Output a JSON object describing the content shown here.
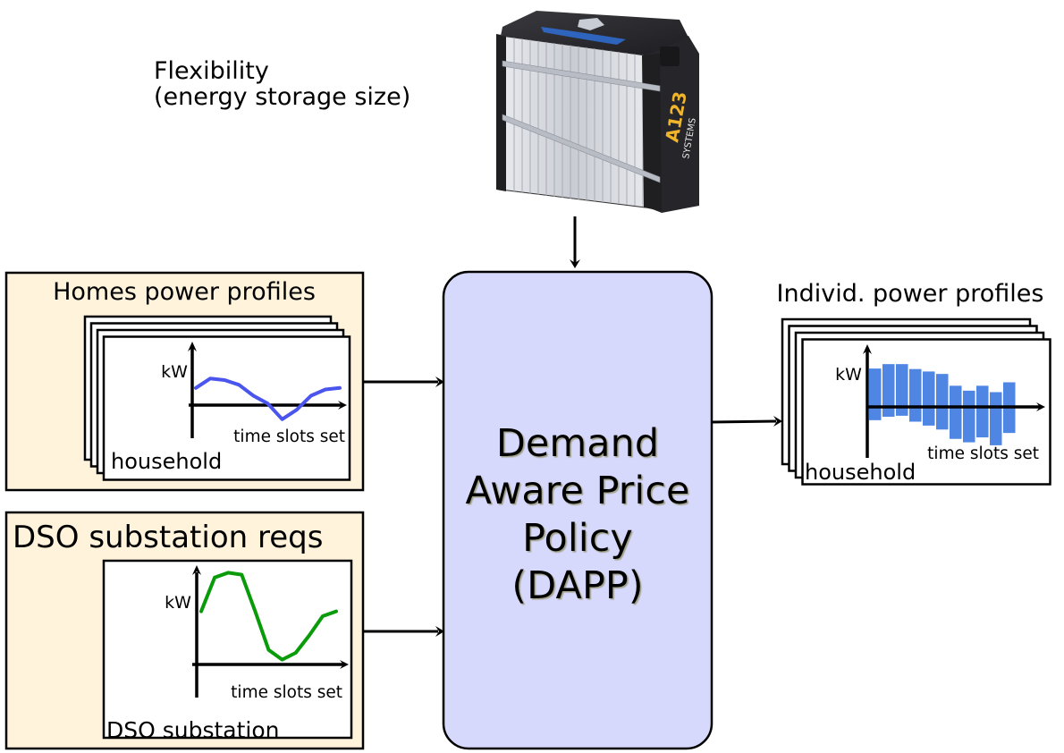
{
  "flexibility": {
    "line1": "Flexibility",
    "line2": "(energy storage size)"
  },
  "battery": {
    "brand_line1": "A123",
    "brand_line2": "SYSTEMS"
  },
  "homes_panel": {
    "title": "Homes power profiles",
    "card_label": "household",
    "y_label": "kW",
    "x_label": "time slots set",
    "line_color": "#4a55ee",
    "stack_count": 4,
    "profile": [
      0.55,
      0.85,
      0.8,
      0.65,
      0.3,
      0.05,
      -0.45,
      -0.15,
      0.3,
      0.5,
      0.55
    ]
  },
  "dso_panel": {
    "title": "DSO substation reqs",
    "card_label": "DSO substation",
    "y_label": "kW",
    "x_label": "time slots set",
    "line_color": "#0a9b0a",
    "profile": [
      0.55,
      0.9,
      0.95,
      0.93,
      0.55,
      0.15,
      0.05,
      0.12,
      0.3,
      0.5,
      0.55
    ]
  },
  "dapp_box": {
    "line1": "Demand",
    "line2": "Aware Price",
    "line3": "Policy",
    "line4": "(DAPP)",
    "fill": "#d6d8fc"
  },
  "output_panel": {
    "title": "Individ. power profiles",
    "card_label": "household",
    "y_label": "kW",
    "x_label": "time slots set",
    "bar_color": "#4f86e4",
    "stack_count": 4,
    "bars": [
      {
        "top": 0.78,
        "bottom": -0.27
      },
      {
        "top": 0.87,
        "bottom": -0.2
      },
      {
        "top": 0.87,
        "bottom": -0.18
      },
      {
        "top": 0.77,
        "bottom": -0.3
      },
      {
        "top": 0.72,
        "bottom": -0.38
      },
      {
        "top": 0.67,
        "bottom": -0.46
      },
      {
        "top": 0.43,
        "bottom": -0.65
      },
      {
        "top": 0.33,
        "bottom": -0.72
      },
      {
        "top": 0.43,
        "bottom": -0.62
      },
      {
        "top": 0.3,
        "bottom": -0.78
      },
      {
        "top": 0.5,
        "bottom": -0.53
      }
    ]
  }
}
